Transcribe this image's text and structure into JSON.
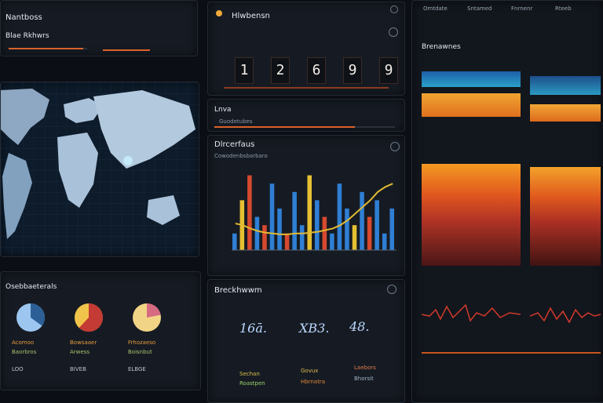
{
  "colors": {
    "accent": "#e8782b",
    "bar_blue": "#2f7fd4",
    "bar_red": "#d6492f",
    "bar_yellow": "#e6c033",
    "line_yellow": "#e1b933",
    "map_land": "#a9c1d9"
  },
  "header": {
    "title": "Nantboss"
  },
  "map_panel": {
    "title": "Blae Rkhwrs"
  },
  "tiles_panel": {
    "title": "Hlwbensn",
    "tiles": [
      "1",
      "2",
      "6",
      "9",
      "9"
    ]
  },
  "progress_panel": {
    "title": "Lnva",
    "subtitle": "Guodetubes",
    "progress": 0.78
  },
  "chart_panel": {
    "title": "Dlrcerfaus",
    "subtitle": "Cowodenbsbarbaro"
  },
  "chart_data": {
    "type": "bar",
    "values": [
      2,
      6,
      9,
      4,
      3,
      8,
      5,
      2,
      7,
      3,
      9,
      6,
      4,
      2,
      8,
      5,
      3,
      7,
      4,
      6,
      2,
      5
    ],
    "colors": [
      "blue",
      "yellow",
      "red",
      "blue",
      "red",
      "blue",
      "blue",
      "red",
      "blue",
      "blue",
      "yellow",
      "blue",
      "red",
      "blue",
      "blue",
      "blue",
      "yellow",
      "blue",
      "red",
      "blue",
      "blue",
      "blue"
    ],
    "line": [
      3.2,
      3.0,
      2.6,
      2.3,
      2.1,
      2.0,
      1.9,
      1.9,
      2.0,
      2.0,
      2.1,
      2.2,
      2.4,
      2.6,
      3.0,
      3.6,
      4.4,
      5.2,
      6.0,
      7.0,
      7.6,
      8.0
    ],
    "ylim": [
      0,
      10
    ]
  },
  "gauges_panel": {
    "title": "Osebbaeterals",
    "gauges": [
      {
        "label1": "Acomoo",
        "label2": "Baorbros",
        "value": "LOO",
        "fraction": 0.35
      },
      {
        "label1": "Bowsaaer",
        "label2": "Arwess",
        "value": "BIVEB",
        "fraction": 0.62
      },
      {
        "label1": "Frhozaeso",
        "label2": "Boisnbut",
        "value": "ELBGE",
        "fraction": 0.22
      }
    ]
  },
  "kpi_panel": {
    "title": "Breckhwwm",
    "values": [
      "16ā.",
      "XB3.",
      "48."
    ],
    "bottom": [
      {
        "a": "Sechan",
        "b": "Roastpen"
      },
      {
        "a": "Govux",
        "b": "Hbrnatra"
      },
      {
        "a": "Laebors",
        "b": "Bhorsit"
      }
    ]
  },
  "right_panel": {
    "title": "Brenawnes",
    "tabs": [
      "Omtdate",
      "Sntamed",
      "Fnrnenr",
      "Rteeb"
    ]
  }
}
